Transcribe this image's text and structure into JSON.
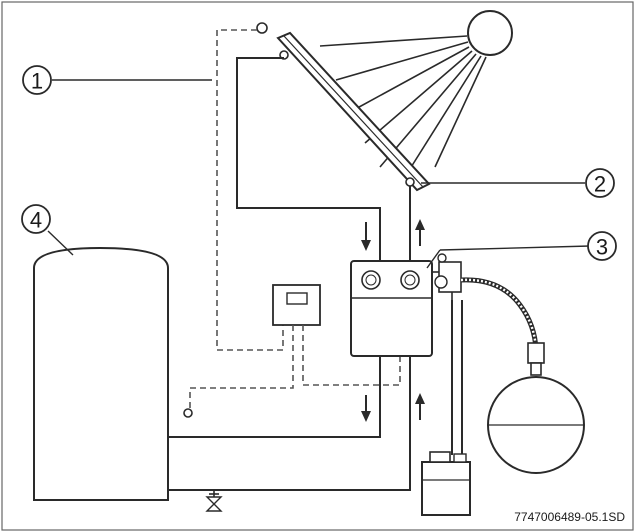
{
  "callouts": {
    "collector": "1",
    "sensor": "2",
    "station": "3",
    "tank": "4"
  },
  "doc_code": "7747006489-05.1SD"
}
